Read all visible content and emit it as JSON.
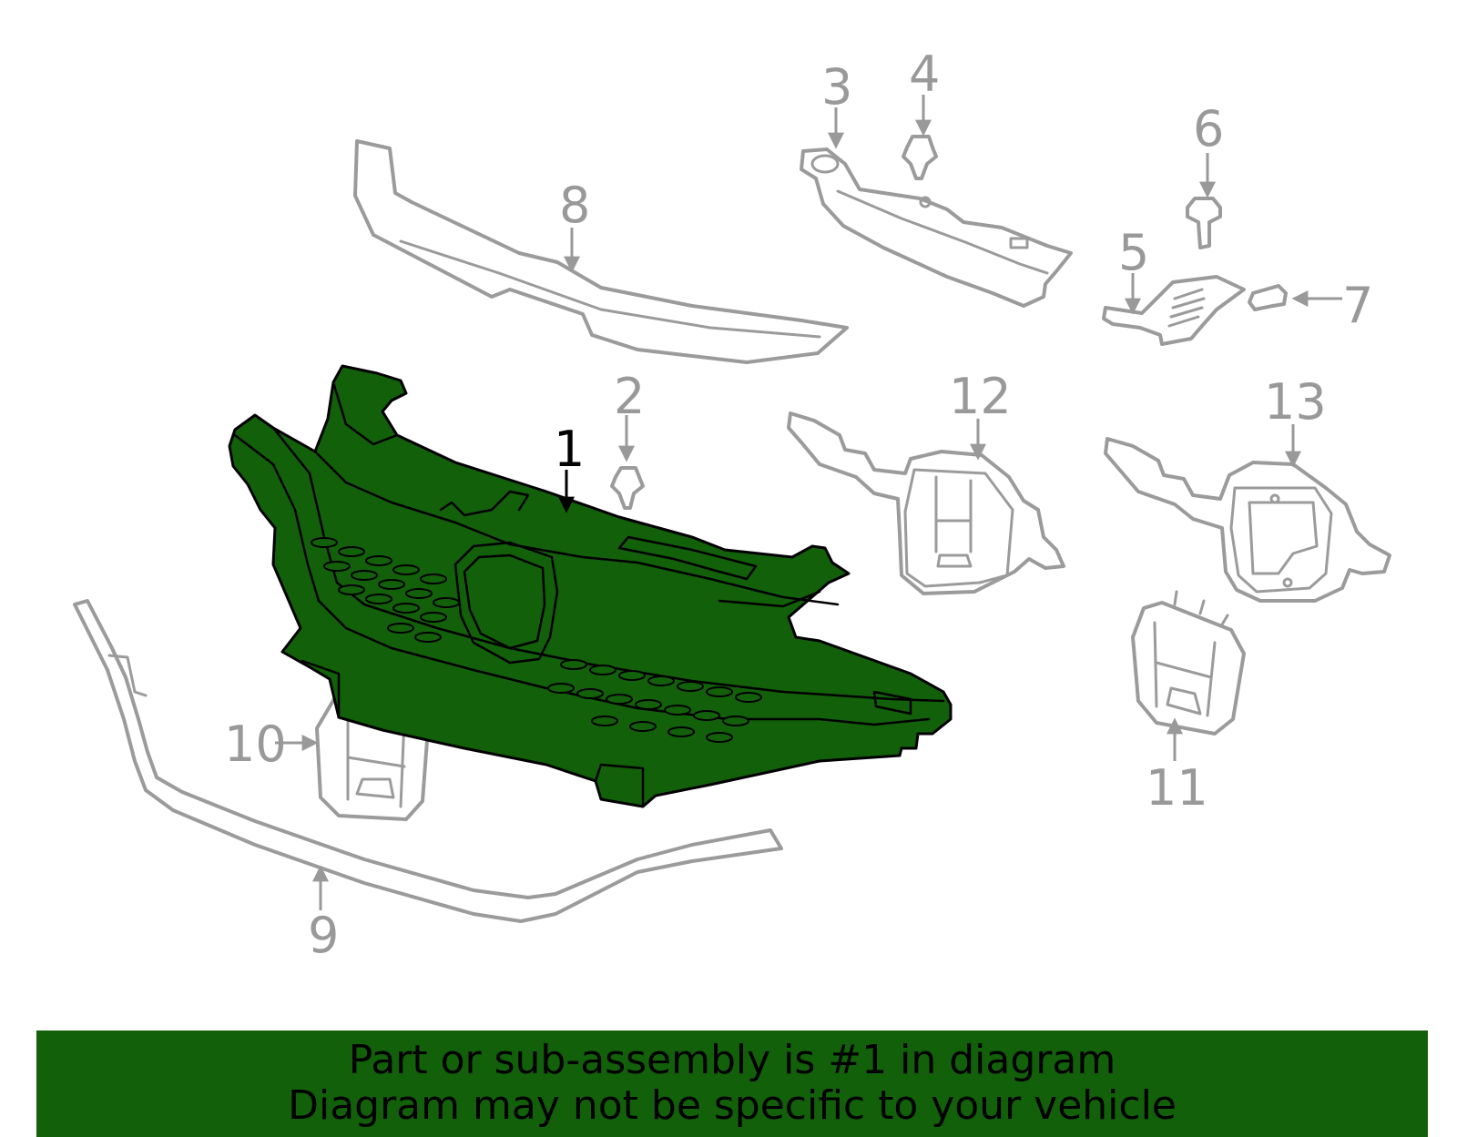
{
  "colors": {
    "highlight": "#12600a",
    "outline": "#9b9b9b",
    "banner_text": "#000000"
  },
  "callouts": {
    "c1": "1",
    "c2": "2",
    "c3": "3",
    "c4": "4",
    "c5": "5",
    "c6": "6",
    "c7": "7",
    "c8": "8",
    "c9": "9",
    "c10": "10",
    "c11": "11",
    "c12": "12",
    "c13": "13"
  },
  "banner": {
    "line1": "Part or sub-assembly is #1 in diagram",
    "line2": "Diagram may not be specific to your vehicle"
  }
}
